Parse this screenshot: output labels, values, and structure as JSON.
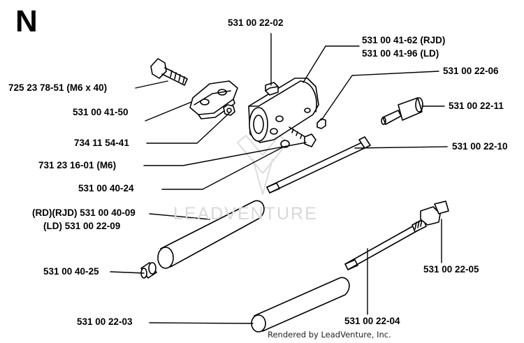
{
  "diagram": {
    "section_letter": "N",
    "watermark": "LEADVENTURE",
    "footer": "Rendered by LeadVenture, Inc.",
    "colors": {
      "ink": "#000000",
      "watermark": "#d8d8d8"
    },
    "parts": [
      {
        "id": "p1",
        "label": "725 23 78-51 (M6 x 40)"
      },
      {
        "id": "p2",
        "label": "531 00 41-50"
      },
      {
        "id": "p3",
        "label": "734 11 54-41"
      },
      {
        "id": "p4",
        "label": "731 23 16-01 (M6)"
      },
      {
        "id": "p5",
        "label": "531 00 40-24"
      },
      {
        "id": "p6",
        "label": "(RD)(RJD) 531 00 40-09"
      },
      {
        "id": "p7",
        "label": "(LD) 531 00 22-09"
      },
      {
        "id": "p8",
        "label": "531 00 40-25"
      },
      {
        "id": "p9",
        "label": "531 00 22-03"
      },
      {
        "id": "p10",
        "label": "531 00 22-02"
      },
      {
        "id": "p11",
        "label": "531 00 41-62 (RJD)"
      },
      {
        "id": "p12",
        "label": "531 00 41-96 (LD)"
      },
      {
        "id": "p13",
        "label": "531 00 22-06"
      },
      {
        "id": "p14",
        "label": "531 00 22-11"
      },
      {
        "id": "p15",
        "label": "531 00 22-10"
      },
      {
        "id": "p16",
        "label": "531 00 22-05"
      },
      {
        "id": "p17",
        "label": "531 00 22-04"
      }
    ]
  }
}
